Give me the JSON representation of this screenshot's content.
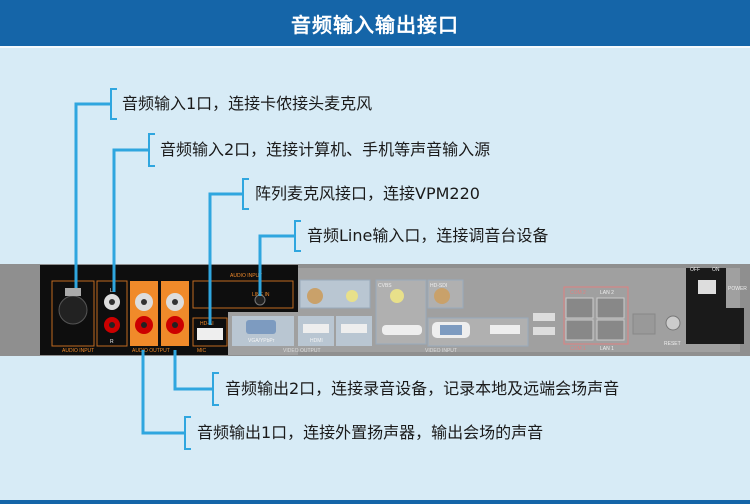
{
  "header": {
    "title": "音频输入输出接口"
  },
  "callouts": [
    {
      "text": "音频输入1口，连接卡侬接头麦克风"
    },
    {
      "text": "音频输入2口，连接计算机、手机等声音输入源"
    },
    {
      "text": "阵列麦克风接口，连接VPM220"
    },
    {
      "text": "音频Line输入口，连接调音台设备"
    },
    {
      "text": "音频输出2口，连接录音设备，记录本地及远端会场声音"
    },
    {
      "text": "音频输出1口，连接外置扬声器，输出会场的声音"
    }
  ],
  "panel": {
    "audio_input": "AUDIO INPUT",
    "audio_output": "AUDIO OUTPUT",
    "mic": "MIC",
    "line_in": "LINE IN",
    "hd_ai": "HD-AI",
    "audio_input_top": "AUDIO INPUT",
    "video_output": "VIDEO OUTPUT",
    "video_input": "VIDEO INPUT",
    "hdmi": "HDMI",
    "vga": "VGA/YPbPr",
    "cvbs": "CVBS",
    "hdsdi": "HD-SDI",
    "com1": "COM 1",
    "com2": "COM 2",
    "lan1": "LAN 1",
    "lan2": "LAN 2",
    "reset": "RESET",
    "power": "POWER",
    "off": "OFF",
    "on": "ON",
    "l": "L",
    "r": "R"
  },
  "colors": {
    "header": "#1565a8",
    "background": "#d7ebf6",
    "line": "#2fa6df",
    "orange": "#f08a2a"
  }
}
